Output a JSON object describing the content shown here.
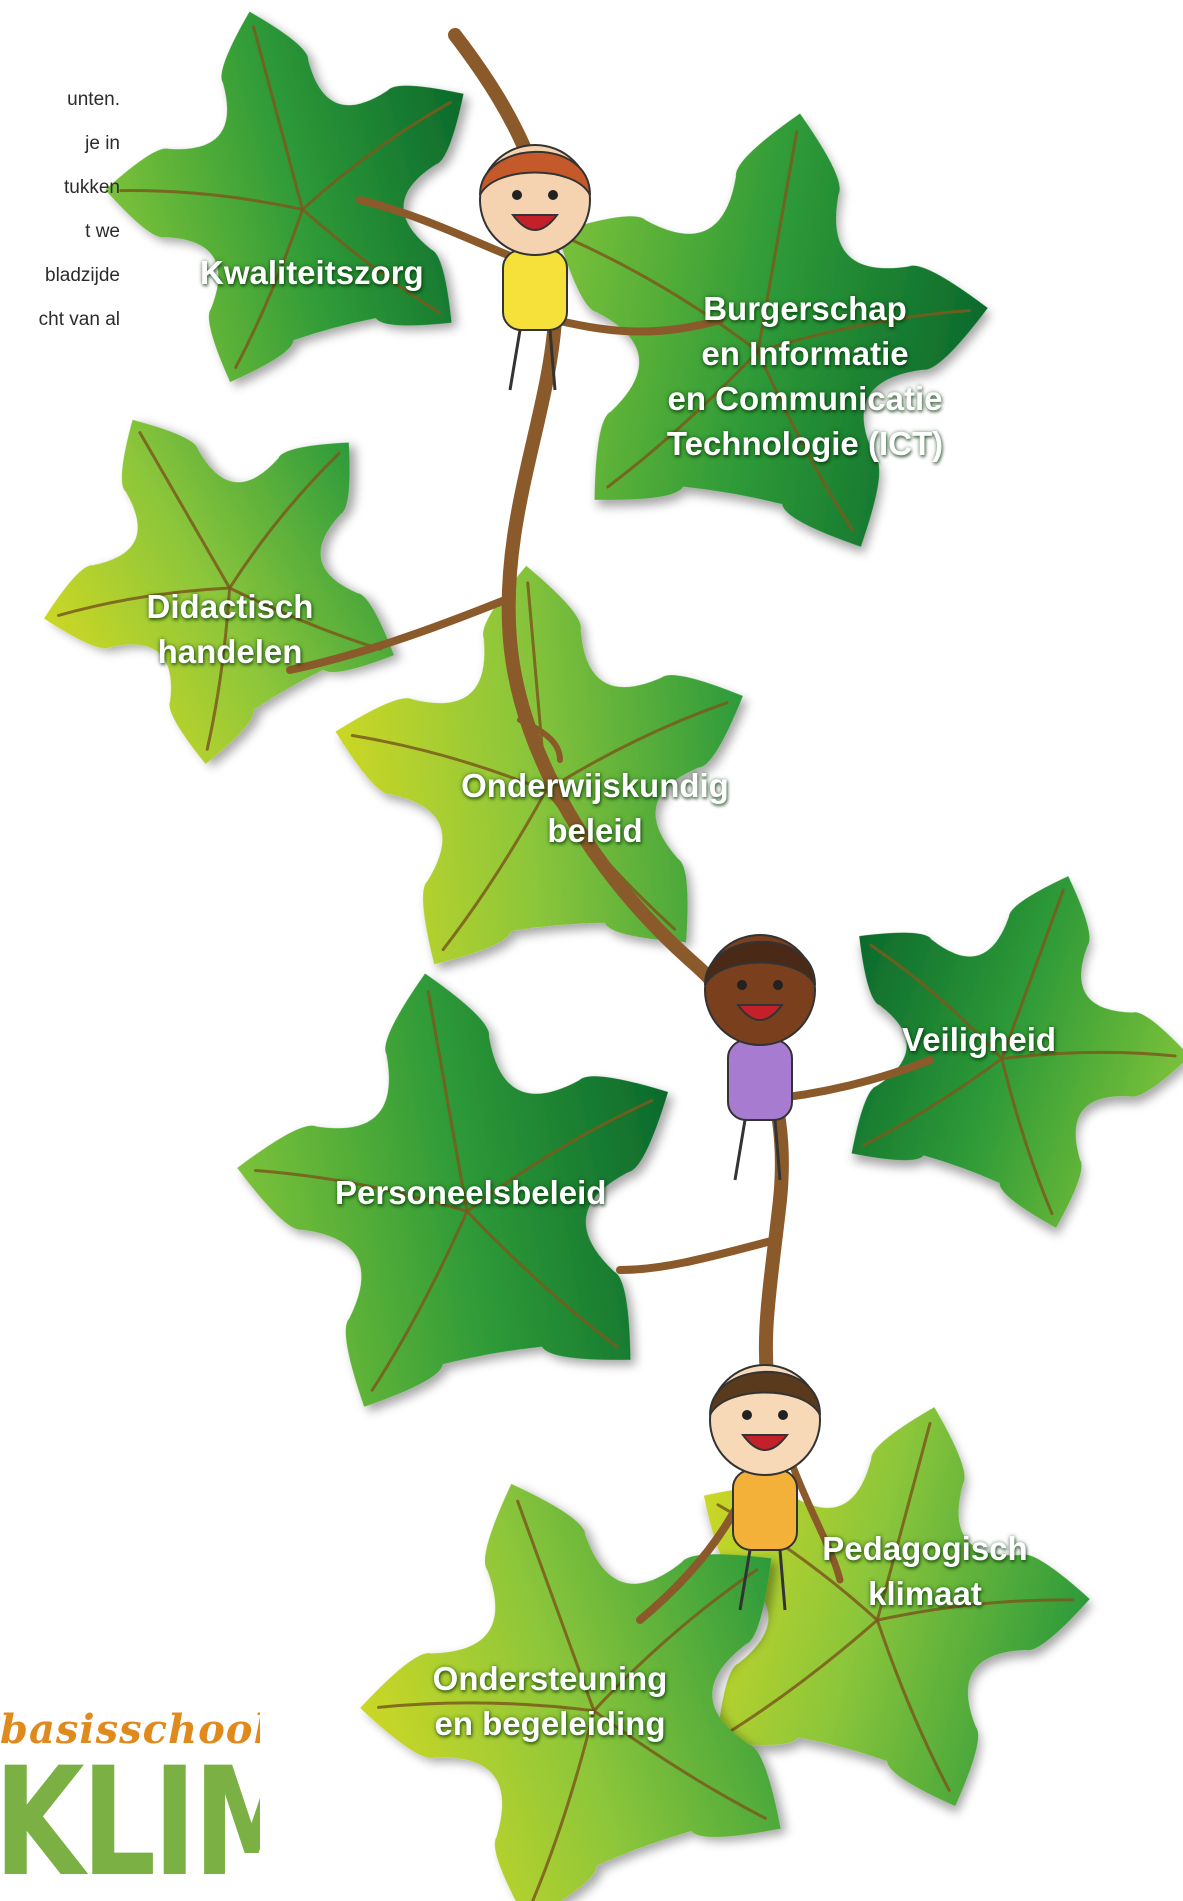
{
  "intro_lines": [
    "unten.",
    "je in",
    "tukken",
    "t we",
    "bladzijde",
    "cht van al"
  ],
  "labels": {
    "kwaliteitszorg": [
      "Kwaliteitszorg"
    ],
    "burgerschap": [
      "Burgerschap",
      "en Informatie",
      "en Communicatie",
      "Technologie (ICT)"
    ],
    "didactisch": [
      "Didactisch",
      "handelen"
    ],
    "onderwijskundig": [
      "Onderwijskundig",
      "beleid"
    ],
    "veiligheid": [
      "Veiligheid"
    ],
    "personeelsbeleid": [
      "Personeelsbeleid"
    ],
    "pedagogisch": [
      "Pedagogisch",
      "klimaat"
    ],
    "ondersteuning": [
      "Ondersteuning",
      "en begeleiding"
    ]
  },
  "logo": {
    "top": "basisschool",
    "main": "KLIMOP"
  },
  "colors": {
    "leaf_dark": "#0e6b2e",
    "leaf_mid": "#3d9e2a",
    "leaf_light": "#b9d22b",
    "vein": "#7a5a1c",
    "stem": "#8b5a2b",
    "logo_orange": "#e08a1e",
    "logo_green": "#7bb144"
  }
}
